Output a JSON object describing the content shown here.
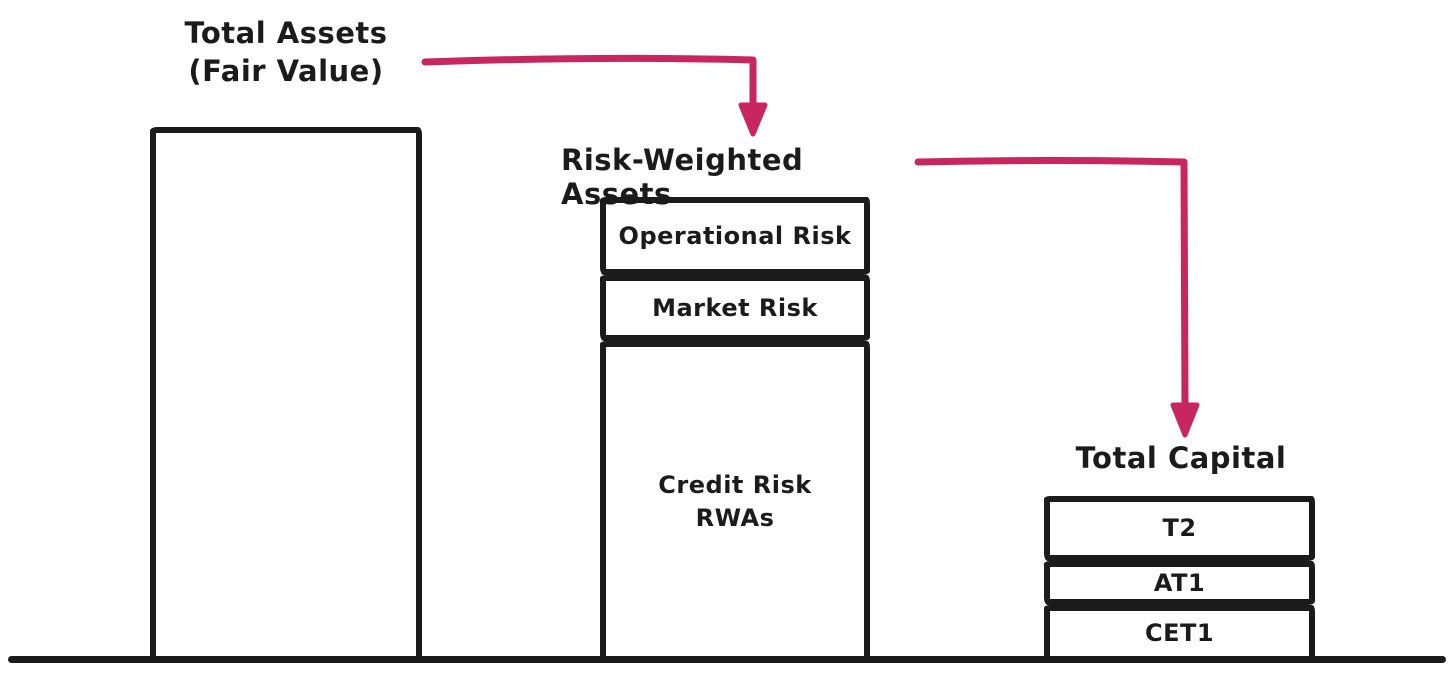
{
  "labels": {
    "total_assets": "Total Assets\n(Fair Value)",
    "rwa": "Risk-Weighted Assets",
    "total_capital": "Total Capital"
  },
  "bars": {
    "total_assets": {
      "label": "Total Assets (Fair Value)",
      "segments": []
    },
    "rwa": {
      "label": "Risk-Weighted Assets",
      "segments": [
        "Operational Risk",
        "Market Risk",
        "Credit Risk\nRWAs"
      ]
    },
    "total_capital": {
      "label": "Total Capital",
      "segments": [
        "T2",
        "AT1",
        "CET1"
      ]
    }
  },
  "arrows": [
    {
      "name": "total-assets-to-rwa",
      "from": "Total Assets (Fair Value)",
      "to": "Risk-Weighted Assets"
    },
    {
      "name": "rwa-to-total-capital",
      "from": "Risk-Weighted Assets",
      "to": "Total Capital"
    }
  ],
  "colors": {
    "arrow": "#C7265E",
    "stroke": "#1b1b1b",
    "background": "#ffffff"
  }
}
